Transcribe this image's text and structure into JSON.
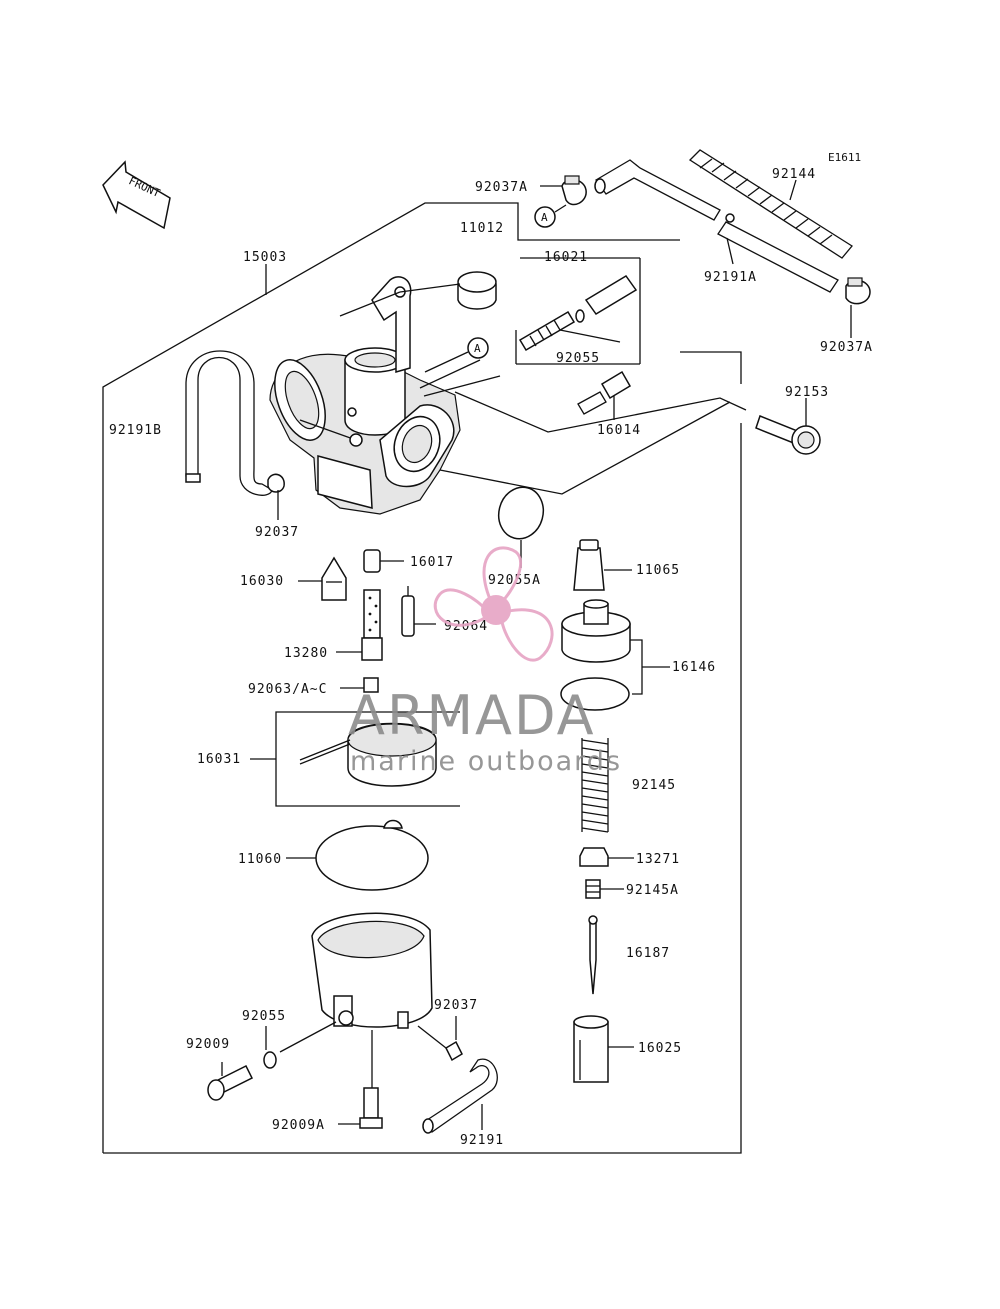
{
  "diagram": {
    "ref_code": "E1611",
    "front_label": "FRONT",
    "callout_letter": "A",
    "labels": {
      "p92037A_top": "92037A",
      "p92144": "92144",
      "p11012": "11012",
      "p15003": "15003",
      "p16021": "16021",
      "p92191A": "92191A",
      "p92037A_right": "92037A",
      "p92055_top": "92055",
      "p92153": "92153",
      "p16014": "16014",
      "p92191B": "92191B",
      "p92037_left": "92037",
      "p16017": "16017",
      "p92055A": "92055A",
      "p11065": "11065",
      "p16030": "16030",
      "p92064": "92064",
      "p13280": "13280",
      "p16146": "16146",
      "p92063": "92063/A~C",
      "p16031": "16031",
      "p92145": "92145",
      "p11060": "11060",
      "p13271": "13271",
      "p92145A": "92145A",
      "p16187": "16187",
      "p92037_bottom": "92037",
      "p92055_bottom": "92055",
      "p92009": "92009",
      "p16025": "16025",
      "p92009A": "92009A",
      "p92191": "92191"
    }
  },
  "watermark": {
    "brand": "ARMADA",
    "tagline": "marine outboards",
    "brand_color": "#e6a4c4",
    "text_color": "#8c8c8c"
  }
}
